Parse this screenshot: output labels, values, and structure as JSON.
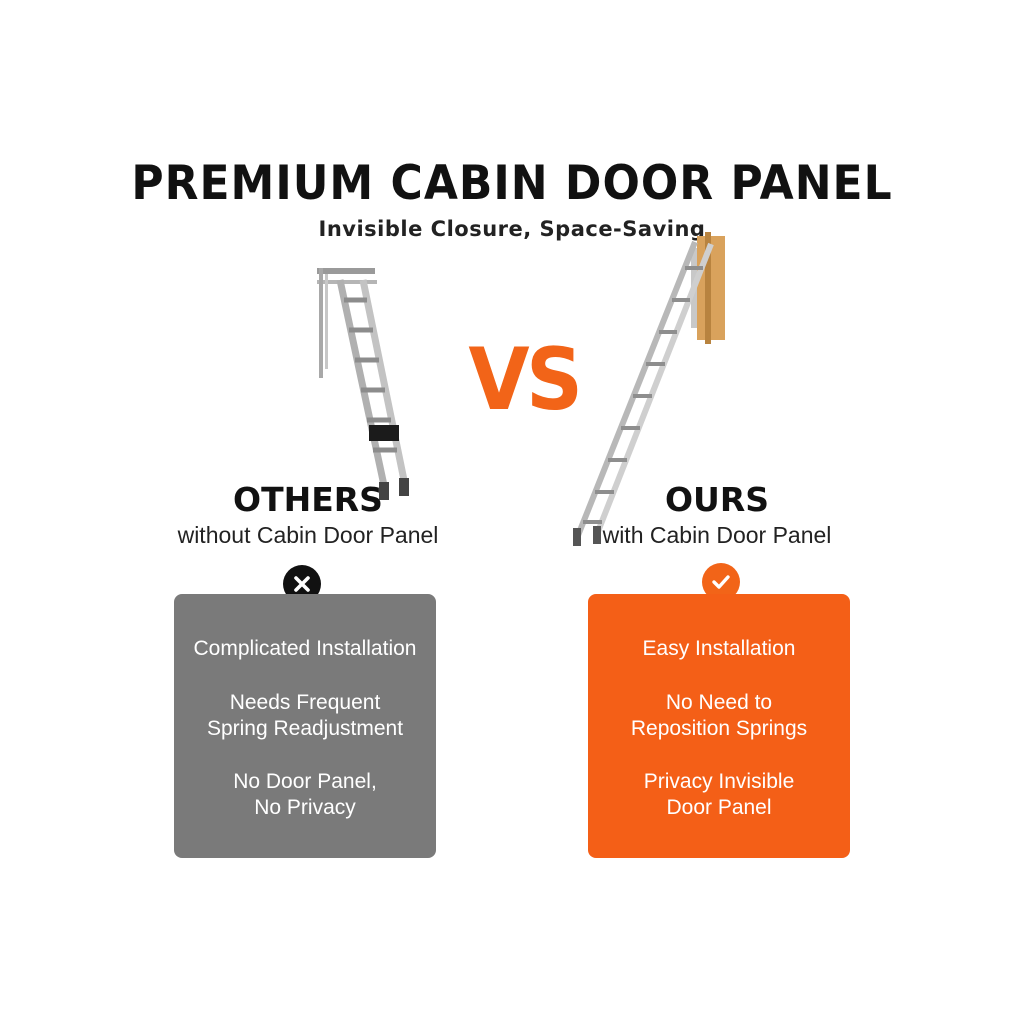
{
  "header": {
    "title": "PREMIUM CABIN DOOR PANEL",
    "subtitle": "Invisible Closure, Space-Saving"
  },
  "vs_label": "VS",
  "others": {
    "heading": "OTHERS",
    "subheading": "without Cabin Door Panel",
    "badge_icon": "x-icon",
    "card_color": "#7a7a7a",
    "features": [
      "Complicated Installation",
      "Needs Frequent",
      "Spring Readjustment",
      "No Door Panel,",
      "No Privacy"
    ]
  },
  "ours": {
    "heading": "OURS",
    "subheading": "with Cabin Door Panel",
    "badge_icon": "check-icon",
    "card_color": "#f45f17",
    "features": [
      "Easy Installation",
      "No Need to",
      "Reposition Springs",
      "Privacy Invisible",
      "Door Panel"
    ]
  },
  "colors": {
    "accent": "#f26418",
    "text": "#111111"
  }
}
